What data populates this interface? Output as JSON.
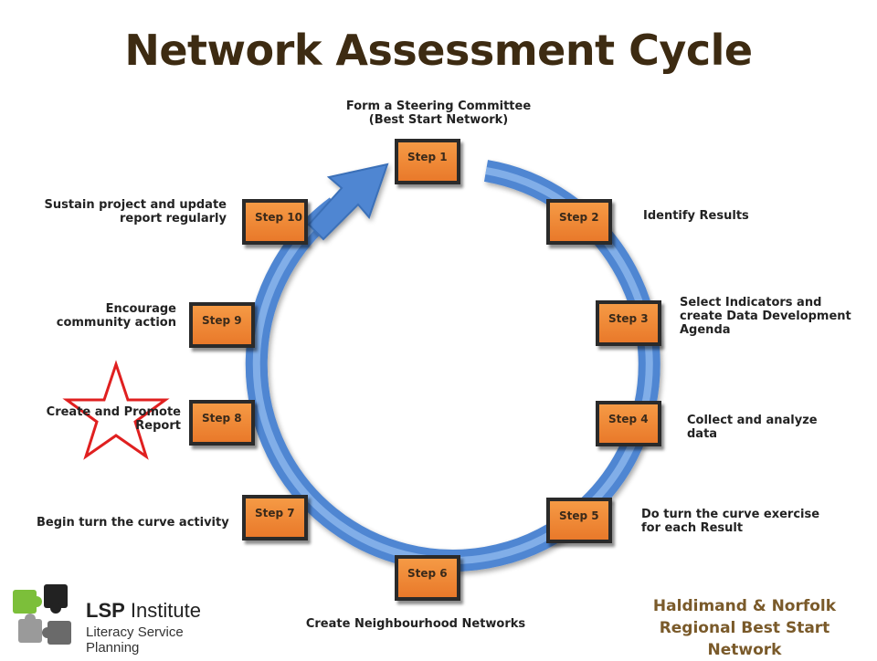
{
  "title": "Network Assessment Cycle",
  "steps": [
    {
      "label": "Step 1",
      "description": "Form a Steering Committee\n(Best Start Network)"
    },
    {
      "label": "Step 2",
      "description": "Identify Results"
    },
    {
      "label": "Step 3",
      "description": "Select Indicators and\ncreate Data Development\nAgenda"
    },
    {
      "label": "Step 4",
      "description": "Collect and analyze\ndata"
    },
    {
      "label": "Step 5",
      "description": "Do turn the curve exercise\nfor each Result"
    },
    {
      "label": "Step 6",
      "description": "Create Neighbourhood Networks"
    },
    {
      "label": "Step 7",
      "description": "Begin turn the curve activity"
    },
    {
      "label": "Step 8",
      "description": "Create and Promote\nReport"
    },
    {
      "label": "Step 9",
      "description": "Encourage\ncommunity action"
    },
    {
      "label": "Step 10",
      "description": "Sustain project and update\nreport regularly"
    }
  ],
  "highlighted_step": "Step 8",
  "org": {
    "line1": "Haldimand & Norfolk",
    "line2": "Regional Best Start Network"
  },
  "logo": {
    "name": "LSP",
    "institute": "Institute",
    "subtitle": "Literacy Service Planning"
  },
  "colors": {
    "title": "#3d2b12",
    "step_fill": "#f08a3a",
    "ring": "#5b8fd6",
    "star": "#e02020",
    "org_text": "#7a5a2a"
  }
}
